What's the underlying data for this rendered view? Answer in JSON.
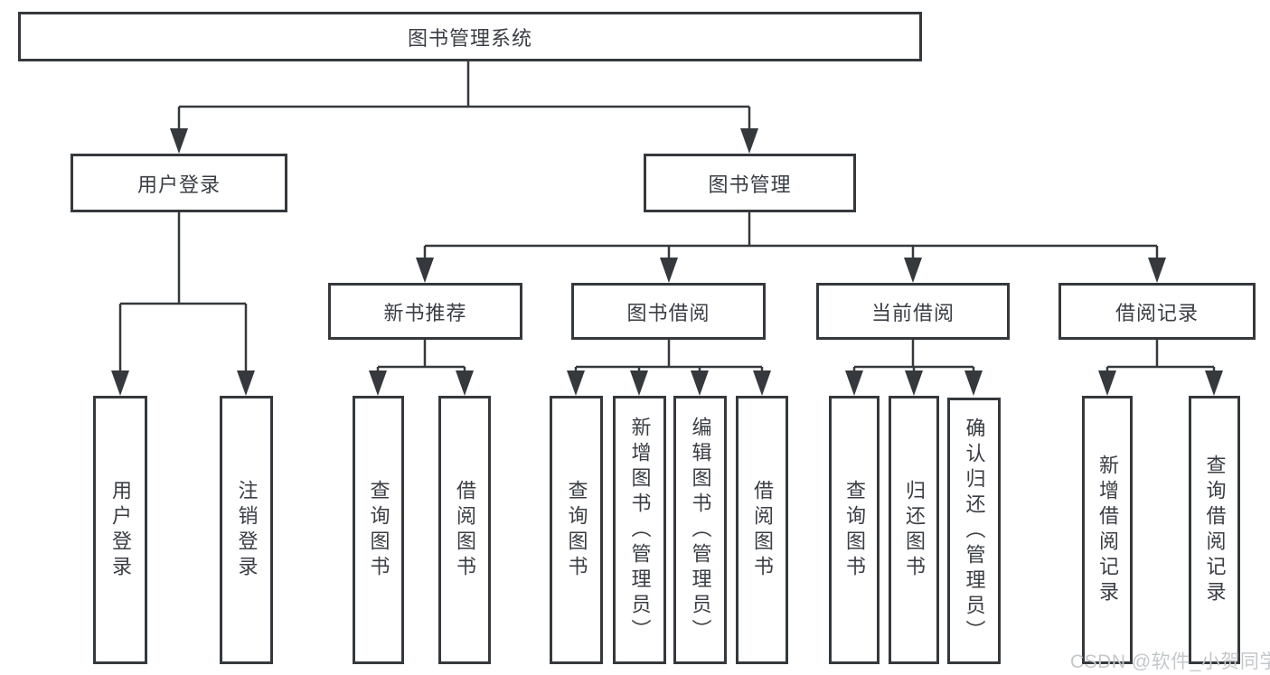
{
  "diagram": {
    "title": "图书管理系统",
    "type": "hierarchy-tree",
    "watermark": "CSDN @软件_小贺同学",
    "nodes": {
      "root": "图书管理系统",
      "user_login": "用户登录",
      "book_mgmt": "图书管理",
      "new_book_rec": "新书推荐",
      "book_borrow": "图书借阅",
      "current_borrow": "当前借阅",
      "borrow_records": "借阅记录",
      "leaf_user_login": "用户登录",
      "leaf_logout": "注销登录",
      "leaf_query_book_a": "查询图书",
      "leaf_borrow_book_a": "借阅图书",
      "leaf_query_book_b": "查询图书",
      "leaf_add_book": "新增图书（管理员）",
      "leaf_edit_book": "编辑图书（管理员）",
      "leaf_borrow_book_b": "借阅图书",
      "leaf_query_book_c": "查询图书",
      "leaf_return_book": "归还图书",
      "leaf_confirm_return": "确认归还（管理员）",
      "leaf_add_record": "新增借阅记录",
      "leaf_query_record": "查询借阅记录"
    },
    "edges": [
      {
        "from": "图书管理系统",
        "to": [
          "用户登录",
          "图书管理"
        ]
      },
      {
        "from": "用户登录",
        "to": [
          "用户登录",
          "注销登录"
        ]
      },
      {
        "from": "图书管理",
        "to": [
          "新书推荐",
          "图书借阅",
          "当前借阅",
          "借阅记录"
        ]
      },
      {
        "from": "新书推荐",
        "to": [
          "查询图书",
          "借阅图书"
        ]
      },
      {
        "from": "图书借阅",
        "to": [
          "查询图书",
          "新增图书（管理员）",
          "编辑图书（管理员）",
          "借阅图书"
        ]
      },
      {
        "from": "当前借阅",
        "to": [
          "查询图书",
          "归还图书",
          "确认归还（管理员）"
        ]
      },
      {
        "from": "借阅记录",
        "to": [
          "新增借阅记录",
          "查询借阅记录"
        ]
      }
    ],
    "colors": {
      "line": "#35393d",
      "text": "#3a3e44",
      "watermark": "#c4c8cb",
      "background": "#ffffff"
    }
  }
}
